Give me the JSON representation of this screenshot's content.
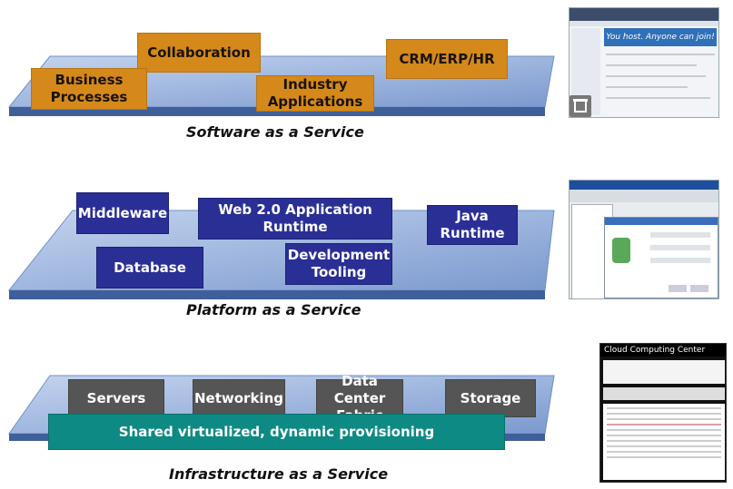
{
  "saas": {
    "caption": "Software as a Service",
    "boxes": {
      "business_processes": "Business\nProcesses",
      "collaboration": "Collaboration",
      "industry_applications": "Industry\nApplications",
      "crm_erp_hr": "CRM/ERP/HR"
    },
    "thumbnail": {
      "header_text": "You host. Anyone can join!"
    }
  },
  "paas": {
    "caption": "Platform as a Service",
    "boxes": {
      "middleware": "Middleware",
      "web20_runtime": "Web 2.0 Application\nRuntime",
      "java_runtime": "Java\nRuntime",
      "database": "Database",
      "development_tooling": "Development\nTooling"
    }
  },
  "iaas": {
    "caption": "Infrastructure as a Service",
    "boxes": {
      "servers": "Servers",
      "networking": "Networking",
      "data_center_fabric": "Data Center\nFabric",
      "storage": "Storage"
    },
    "shared_bar": "Shared virtualized, dynamic provisioning",
    "thumbnail": {
      "title": "Cloud Computing Center"
    }
  },
  "colors": {
    "platform_fill_light": "#aec3e6",
    "platform_fill_dark": "#6f8fc8",
    "platform_edge": "#3f5f9a",
    "orange": "#d4891a",
    "blue": "#2a2f96",
    "gray": "#555555",
    "teal": "#0e8a84"
  }
}
